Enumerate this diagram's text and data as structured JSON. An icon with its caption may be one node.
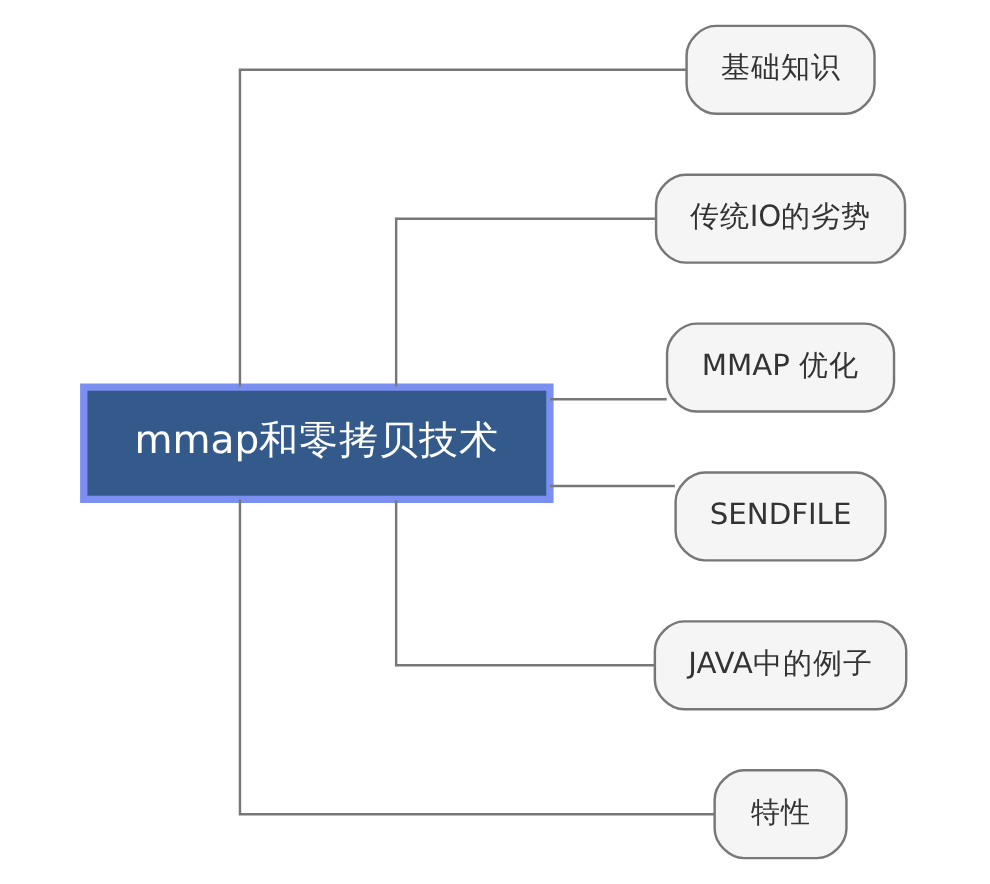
{
  "diagram": {
    "nodes": [
      {
        "text": [
          "mmap和零拷贝技术"
        ]
      },
      {
        "text": [
          "基础知识"
        ]
      },
      {
        "text": [
          "传统IO的劣势"
        ]
      },
      {
        "text": [
          "MMAP 优化"
        ]
      },
      {
        "text": [
          "SENDFILE"
        ]
      },
      {
        "text": [
          "JAVA中的例子"
        ]
      },
      {
        "text": [
          "特性"
        ]
      }
    ],
    "edges": [
      {
        "from": 0,
        "to": 1,
        "arrow": "none"
      },
      {
        "from": 0,
        "to": 2,
        "arrow": "none"
      },
      {
        "from": 0,
        "to": 3,
        "arrow": "none"
      },
      {
        "from": 0,
        "to": 4,
        "arrow": "none"
      },
      {
        "from": 0,
        "to": 5,
        "arrow": "none"
      },
      {
        "from": 0,
        "to": 6,
        "arrow": "none"
      }
    ]
  }
}
